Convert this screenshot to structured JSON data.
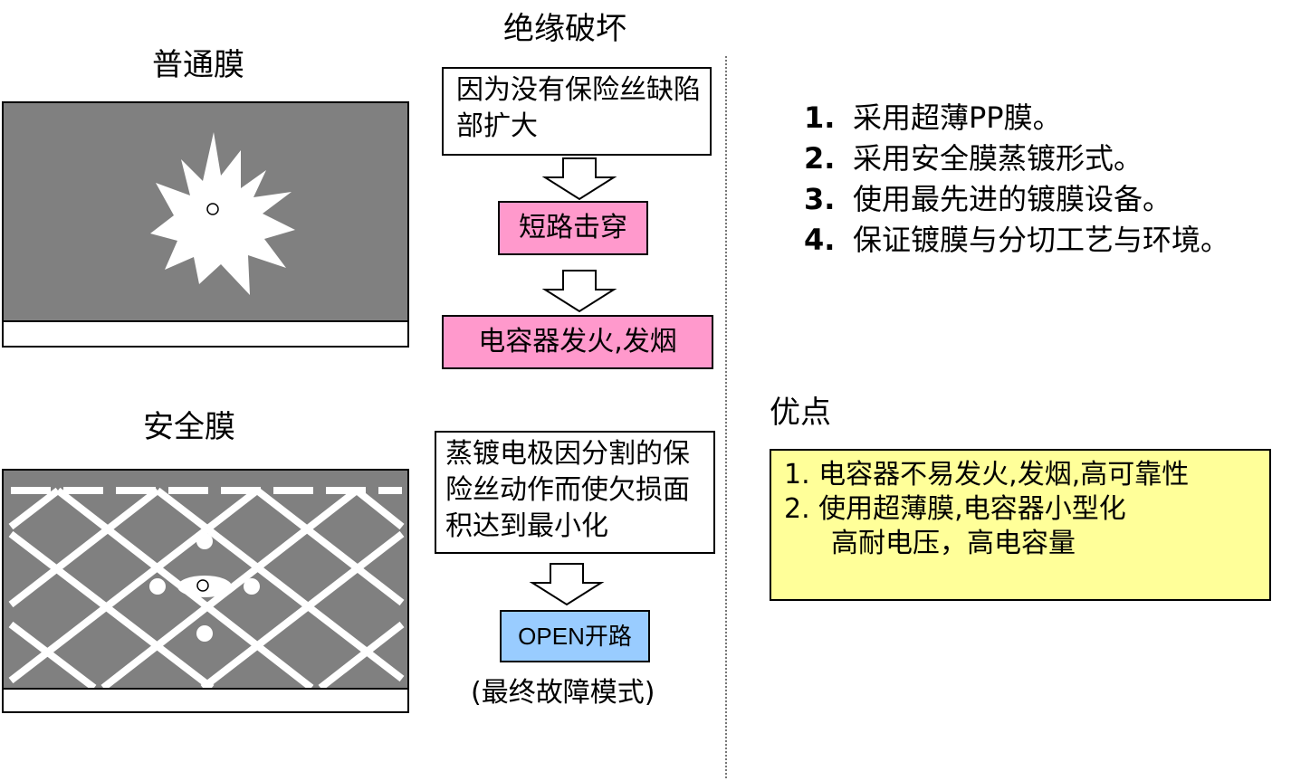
{
  "center_title": "绝缘破坏",
  "normal_film": {
    "label": "普通膜",
    "cause_box": "因为没有保险丝缺陷部扩大",
    "step1_box": "短路击穿",
    "step2_box": "电容器发火,发烟"
  },
  "safety_film": {
    "label": "安全膜",
    "cause_box": "蒸镀电极因分割的保险丝动作而使欠损面积达到最小化",
    "step1_box": "OPEN开路",
    "note": "(最终故障模式)"
  },
  "measures": [
    {
      "num": "1.",
      "text": "采用超薄PP膜。"
    },
    {
      "num": "2.",
      "text": "采用安全膜蒸镀形式。"
    },
    {
      "num": "3.",
      "text": "使用最先进的镀膜设备。"
    },
    {
      "num": "4.",
      "text": "保证镀膜与分切工艺与环境。"
    }
  ],
  "advantages": {
    "title": "优点",
    "lines": [
      "1. 电容器不易发火,发烟,高可靠性",
      "2. 使用超薄膜,电容器小型化",
      "高耐电压，高电容量"
    ]
  },
  "colors": {
    "panel_gray": "#808080",
    "pink": "#ff99cc",
    "blue": "#99ccff",
    "yellow": "#ffff99"
  }
}
